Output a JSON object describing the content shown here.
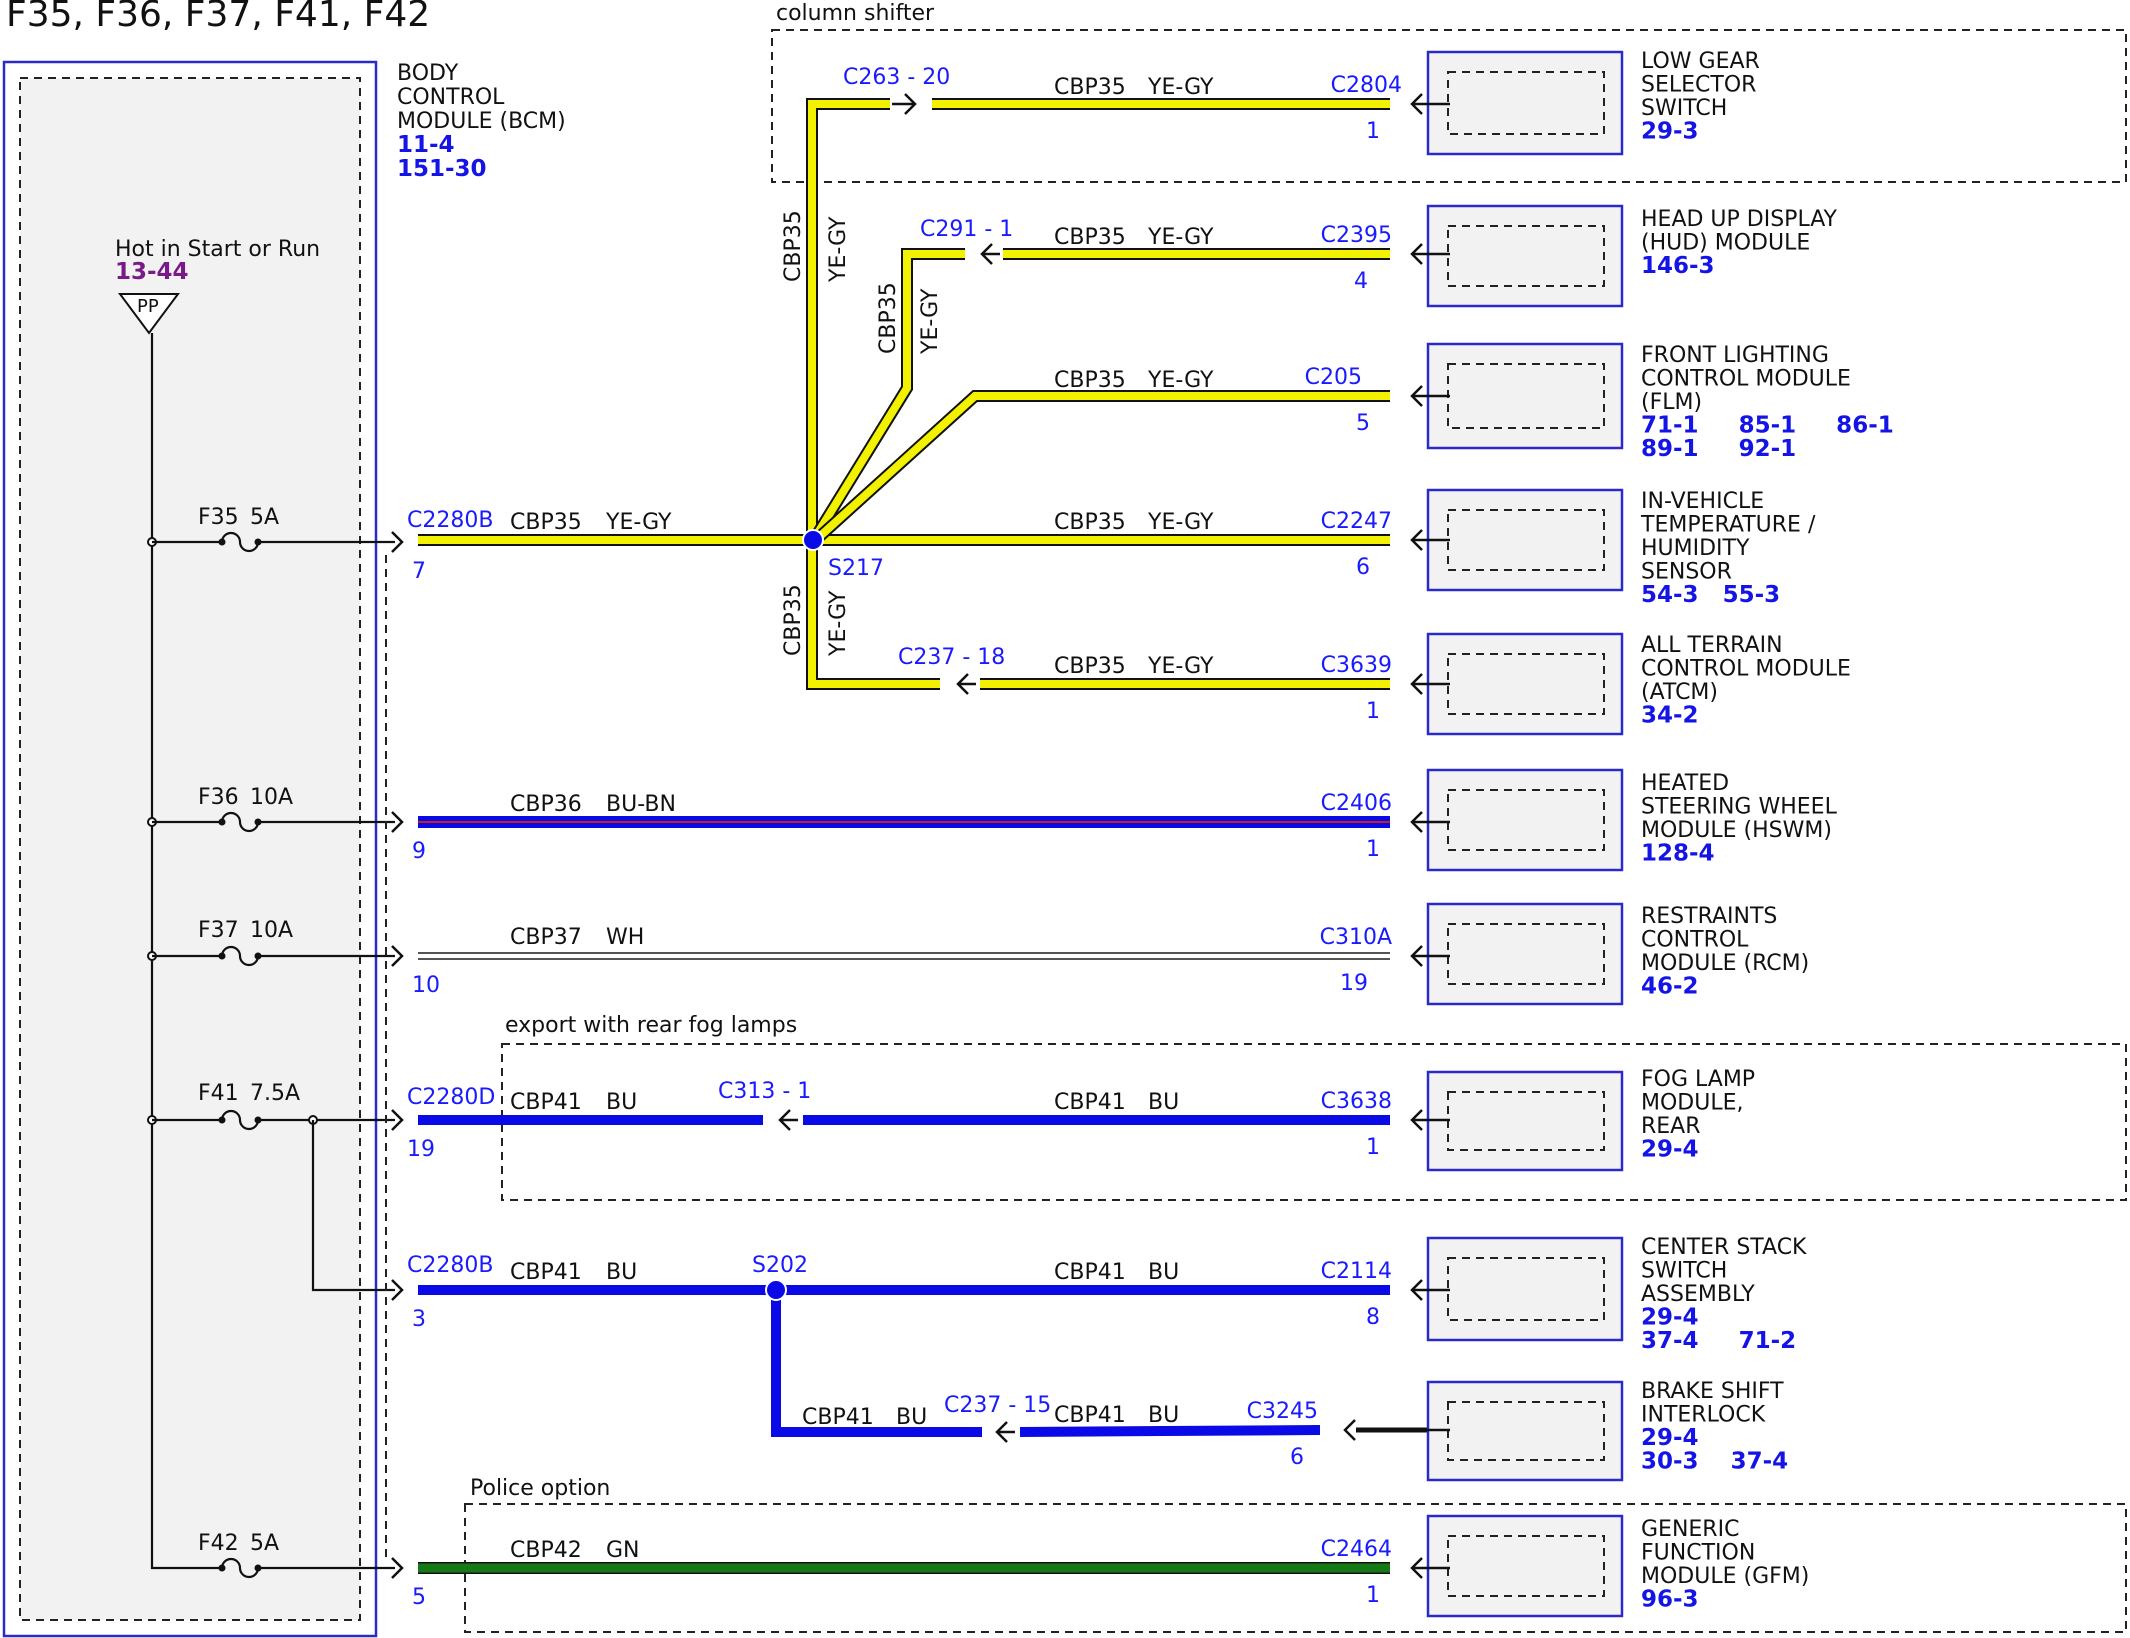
{
  "title": "F35, F36, F37, F41, F42",
  "bcm": {
    "name_lines": [
      "BODY",
      "CONTROL",
      "MODULE (BCM)"
    ],
    "refs": [
      "11-4",
      "151-30"
    ]
  },
  "power": {
    "label": "Hot in Start or Run",
    "ref": "13-44",
    "symbol": "PP"
  },
  "fuses": [
    {
      "name": "F35",
      "rating": "5A"
    },
    {
      "name": "F36",
      "rating": "10A"
    },
    {
      "name": "F37",
      "rating": "10A"
    },
    {
      "name": "F41",
      "rating": "7.5A"
    },
    {
      "name": "F42",
      "rating": "5A"
    }
  ],
  "option_boxes": {
    "column_shifter": "column shifter",
    "export": "export with rear fog lamps",
    "police": "Police option"
  },
  "bcm_pins": [
    {
      "connector": "C2280B",
      "pin": "7"
    },
    {
      "connector": "",
      "pin": "9"
    },
    {
      "connector": "",
      "pin": "10"
    },
    {
      "connector": "C2280D",
      "pin": "19"
    },
    {
      "connector": "C2280B",
      "pin": "3"
    },
    {
      "connector": "",
      "pin": "5"
    }
  ],
  "splices": {
    "s217": "S217",
    "s202": "S202"
  },
  "inline_connectors": {
    "c263": "C263 - 20",
    "c291": "C291  - 1",
    "c237_18": "C237  - 18",
    "c313": "C313 - 1",
    "c237_15": "C237 - 15"
  },
  "circuits": {
    "cbp35": "CBP35",
    "ye_gy": "YE-GY",
    "cbp36": "CBP36",
    "bu_bn": "BU-BN",
    "cbp37": "CBP37",
    "wh": "WH",
    "cbp41": "CBP41",
    "bu": "BU",
    "cbp42": "CBP42",
    "gn": "GN"
  },
  "modules": [
    {
      "connector": "C2804",
      "pin": "1",
      "name_lines": [
        "LOW GEAR",
        "SELECTOR",
        "SWITCH"
      ],
      "refs": [
        "29-3"
      ]
    },
    {
      "connector": "C2395",
      "pin": "4",
      "name_lines": [
        "HEAD UP DISPLAY",
        "(HUD) MODULE"
      ],
      "refs": [
        "146-3"
      ]
    },
    {
      "connector": "C205",
      "pin": "5",
      "name_lines": [
        "FRONT LIGHTING",
        "CONTROL MODULE",
        "(FLM)"
      ],
      "refs": [
        "71-1     85-1     86-1",
        "89-1     92-1"
      ]
    },
    {
      "connector": "C2247",
      "pin": "6",
      "name_lines": [
        "IN-VEHICLE",
        "TEMPERATURE /",
        "HUMIDITY",
        "SENSOR"
      ],
      "refs": [
        "54-3   55-3"
      ]
    },
    {
      "connector": "C3639",
      "pin": "1",
      "name_lines": [
        "ALL TERRAIN",
        "CONTROL MODULE",
        "(ATCM)"
      ],
      "refs": [
        "34-2"
      ]
    },
    {
      "connector": "C2406",
      "pin": "1",
      "name_lines": [
        "HEATED",
        "STEERING WHEEL",
        "MODULE (HSWM)"
      ],
      "refs": [
        "128-4"
      ]
    },
    {
      "connector": "C310A",
      "pin": "19",
      "name_lines": [
        "RESTRAINTS",
        "CONTROL",
        "MODULE (RCM)"
      ],
      "refs": [
        "46-2"
      ]
    },
    {
      "connector": "C3638",
      "pin": "1",
      "name_lines": [
        "FOG LAMP",
        "MODULE,",
        "REAR"
      ],
      "refs": [
        "29-4"
      ]
    },
    {
      "connector": "C2114",
      "pin": "8",
      "name_lines": [
        "CENTER STACK",
        "SWITCH",
        "ASSEMBLY"
      ],
      "refs": [
        "29-4",
        "37-4     71-2"
      ]
    },
    {
      "connector": "C3245",
      "pin": "6",
      "name_lines": [
        "BRAKE SHIFT",
        "INTERLOCK"
      ],
      "refs": [
        "29-4",
        "30-3    37-4"
      ]
    },
    {
      "connector": "C2464",
      "pin": "1",
      "name_lines": [
        "GENERIC",
        "FUNCTION",
        "MODULE (GFM)"
      ],
      "refs": [
        "96-3"
      ]
    }
  ],
  "colors": {
    "yellow": "#f2f200",
    "blue": "#0a0ae6",
    "green": "#157a15",
    "red_stripe": "#c81e1e",
    "module_border": "#2a2acc",
    "ref_blue": "#1414e6",
    "power_ref": "#7a1a8a"
  }
}
